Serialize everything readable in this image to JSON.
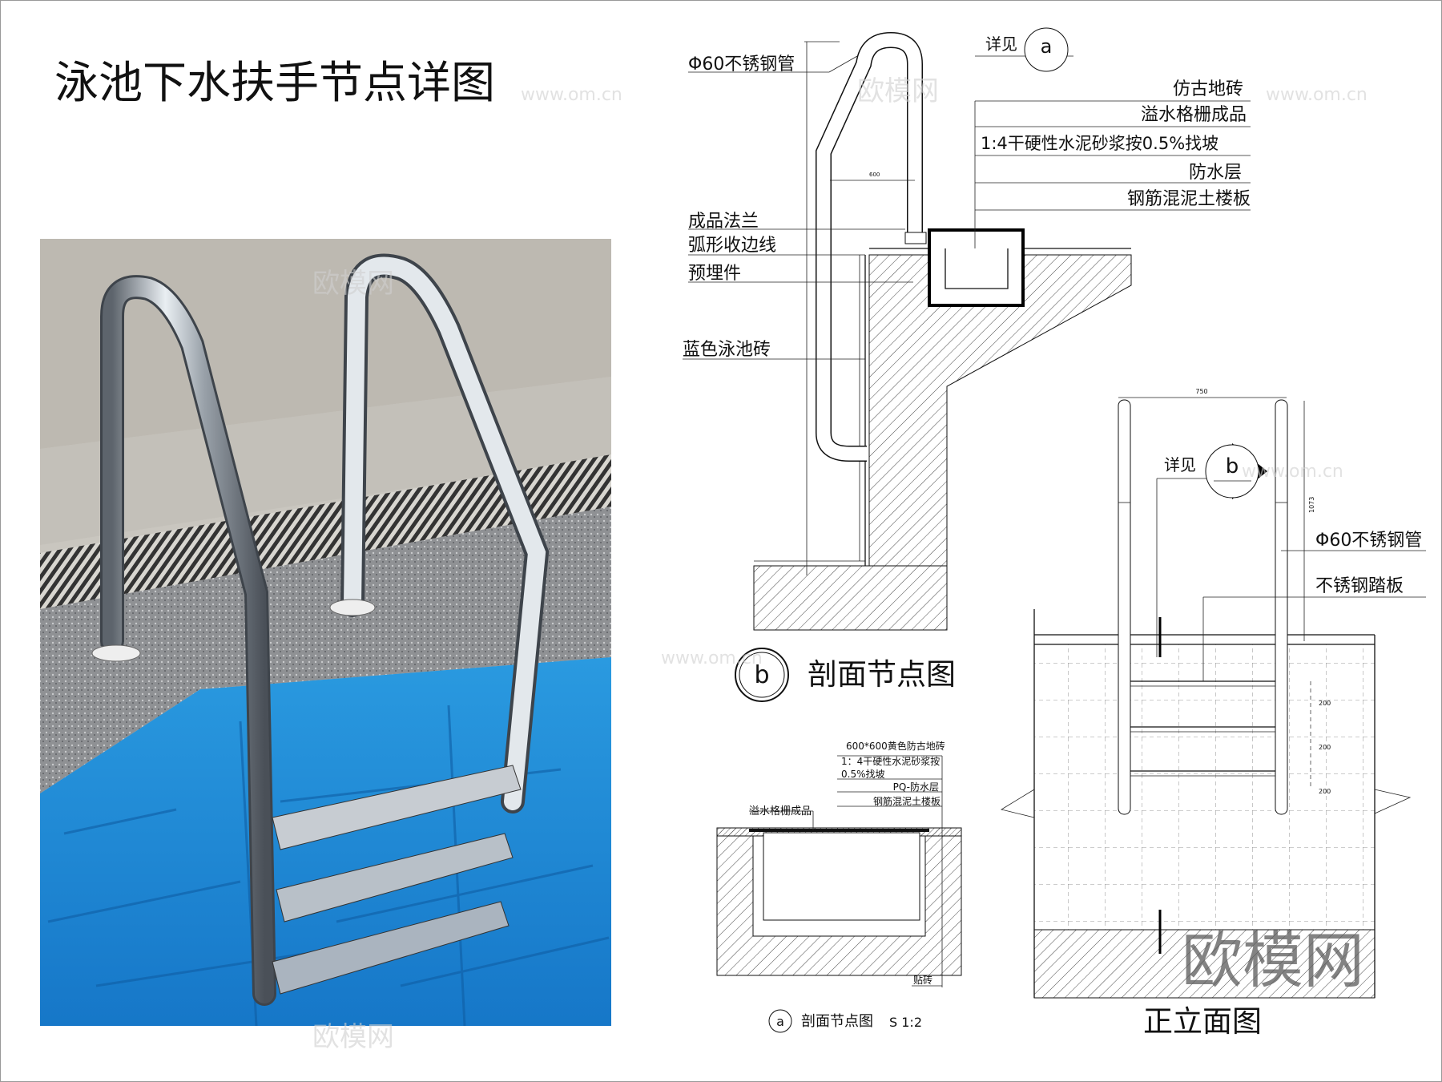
{
  "title": "泳池下水扶手节点详图",
  "colors": {
    "water": "#1f8fd8",
    "deck": "#b9b6ae",
    "steel": "#a9b0b8",
    "line": "#111111"
  },
  "section_b": {
    "pipe_label": "Φ60不锈钢管",
    "see_label": "详见",
    "see_ref": "a",
    "right_labels": [
      "仿古地砖",
      "溢水格栅成品",
      "1:4干硬性水泥砂浆按0.5%找坡",
      "防水层",
      "钢筋混泥土楼板"
    ],
    "left_labels": [
      "成品法兰",
      "弧形收边线",
      "预埋件",
      "蓝色泳池砖"
    ],
    "dim_width": "600",
    "caption_ref": "b",
    "caption": "剖面节点图"
  },
  "section_a": {
    "right_labels": [
      "600*600黄色防古地砖",
      "1：4干硬性水泥砂浆按",
      "0.5%找坡",
      "PQ-防水层",
      "钢筋混泥土楼板"
    ],
    "grate_label": "溢水格栅成品",
    "tile_label": "贴砖",
    "caption_ref": "a",
    "caption": "剖面节点图",
    "scale": "S 1:2"
  },
  "elevation": {
    "dim_width": "750",
    "dim_height": "1073",
    "step_dims": [
      "200",
      "200",
      "200"
    ],
    "see_label": "详见",
    "see_ref": "b",
    "pipe_label": "Φ60不锈钢管",
    "step_label": "不锈钢踏板",
    "caption": "正立面图"
  },
  "watermark": {
    "brand": "欧模网",
    "url": "www.om.cn"
  }
}
